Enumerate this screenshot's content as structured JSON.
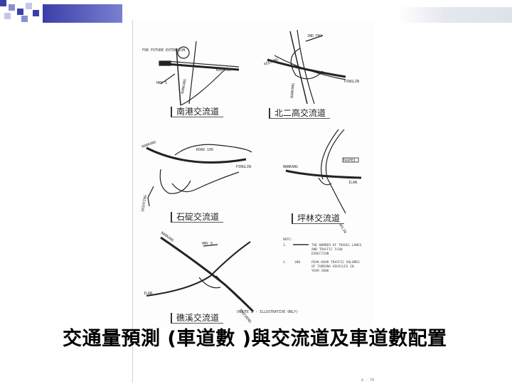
{
  "slide": {
    "title": "交通量預測 (車道數 )與交流道及車道數配置",
    "accent_color": "#3a3fa8"
  },
  "figure": {
    "panels": [
      {
        "caption": "南港交流道",
        "labels": [
          "FOR FUTURE EXTENSION",
          "HWY 5",
          "NANKANG",
          "KEELUNG"
        ]
      },
      {
        "caption": "北二高交流道",
        "labels": [
          "2ND FWY",
          "KEELUNG",
          "NANKANG",
          "PINGLIN"
        ]
      },
      {
        "caption": "石碇交流道",
        "labels": [
          "NANKANG",
          "ROAD 106",
          "PINGLIN",
          "SHIHTING"
        ]
      },
      {
        "caption": "坪林交流道",
        "labels": [
          "NANKANG",
          "TAIPEI",
          "ILAN",
          "PINGLIN"
        ]
      },
      {
        "caption": "礁溪交流道",
        "labels": [
          "NANKANG",
          "HWY 9",
          "ILAN",
          "TOUCHENG"
        ]
      }
    ],
    "notes": {
      "heading": "NOTE:",
      "items": [
        {
          "num": "1.",
          "text_lines": [
            "THE NUMBER OF TRAVEL LANES",
            "AND TRAFFIC FLOW",
            "DIRECTION"
          ]
        },
        {
          "num": "2.",
          "value": "300",
          "text_lines": [
            "PEAK-HOUR TRAFFIC VOLUMES",
            "OF TURNING VEHICLES IN",
            "YEAR 2000"
          ]
        }
      ]
    },
    "footer": "(ROUTE 2 - ILLUSTRATIVE ONLY)"
  },
  "page_marker": "A - 79"
}
